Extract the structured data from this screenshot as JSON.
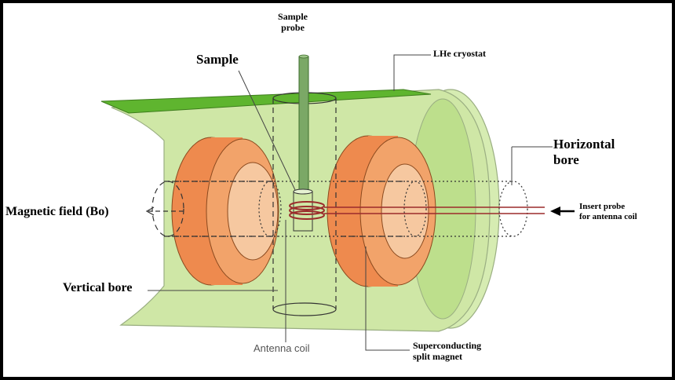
{
  "labels": {
    "sample_probe": [
      "Sample",
      "probe"
    ],
    "sample": "Sample",
    "lhe_cryostat": "LHe cryostat",
    "horizontal_bore": [
      "Horizontal",
      "bore"
    ],
    "magnetic_field": "Magnetic field (Bo)",
    "insert_probe": [
      "Insert probe",
      "for antenna coil"
    ],
    "vertical_bore": "Vertical bore",
    "antenna_coil": "Antenna coil",
    "superconducting_magnet": [
      "Superconducting",
      "split magnet"
    ]
  },
  "colors": {
    "cryostat_top": "#5fb52f",
    "cryostat_body": "#cfe7a6",
    "cryostat_inner": "#bddf8c",
    "magnet_outer": "#ee8a4e",
    "magnet_face": "#f2a36a",
    "magnet_bore": "#f6c8a0",
    "probe": "#7ba866",
    "coil": "#9b2b2b"
  }
}
